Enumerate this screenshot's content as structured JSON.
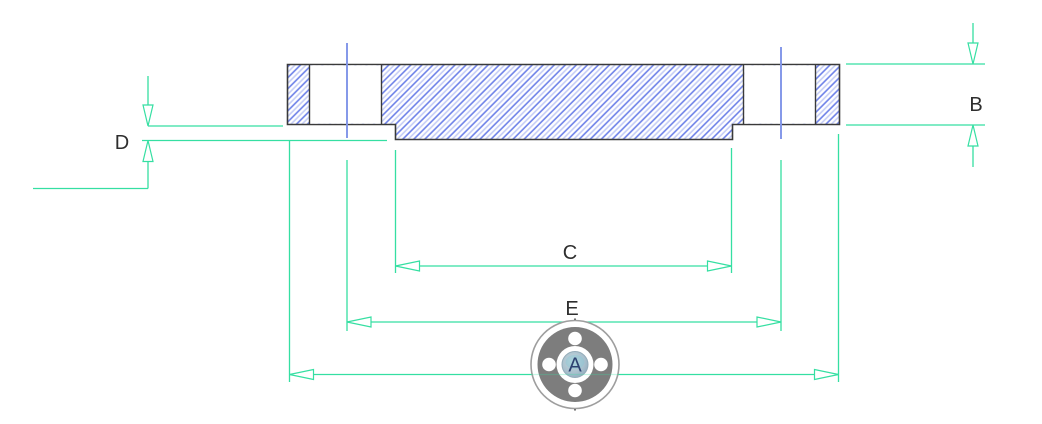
{
  "drawing": {
    "labels": {
      "a": "A",
      "b": "B",
      "c": "C",
      "d": "D",
      "e": "E"
    }
  },
  "theme": {
    "dimension": "#35dfa2",
    "centerline": "#8093e8",
    "hatch_dark": "#6b7fe8",
    "hatch_light": "#c5cdf6",
    "outline": "#3a3a3a",
    "label": "#2e2e2e",
    "flange_gray": "#7d7d7d",
    "flange_ring": "#9e9e9e",
    "flange_hub": "#a9c0cd",
    "flange_label": "#2c4070"
  }
}
